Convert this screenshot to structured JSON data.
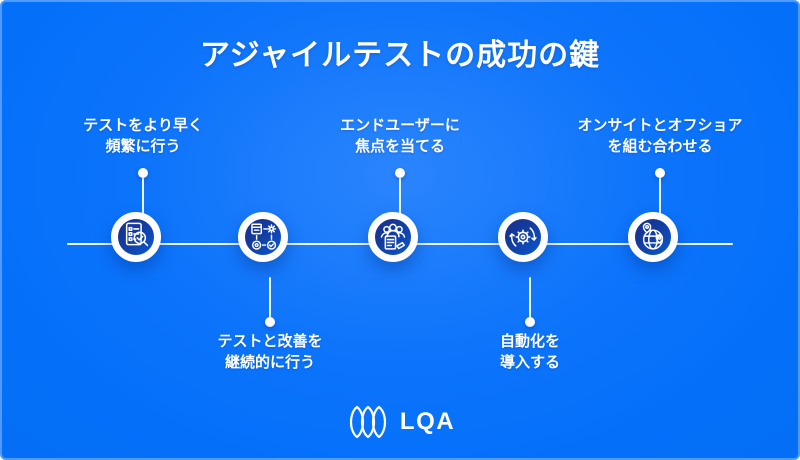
{
  "title": "アジャイルテストの成功の鍵",
  "brand": {
    "logo_text": "LQA",
    "logo_icon": "lqa-triple-lens-logo-icon"
  },
  "colors": {
    "background_blue": "#0470fa",
    "background_highlight": "#2b85fc",
    "node_gradient_dark": "#1b2d8c",
    "node_gradient_light": "#0b57d6",
    "ring_and_text": "#ffffff"
  },
  "steps": [
    {
      "id": 1,
      "position": "top",
      "icon": "document-check-magnifier-icon",
      "label_line1": "テストをより早く",
      "label_line2": "頻繁に行う"
    },
    {
      "id": 2,
      "position": "bottom",
      "icon": "continuous-process-cycle-icon",
      "label_line1": "テストと改善を",
      "label_line2": "継続的に行う"
    },
    {
      "id": 3,
      "position": "top",
      "icon": "end-users-group-icon",
      "label_line1": "エンドユーザーに",
      "label_line2": "焦点を当てる"
    },
    {
      "id": 4,
      "position": "bottom",
      "icon": "automation-gear-arrows-icon",
      "label_line1": "自動化を",
      "label_line2": "導入する"
    },
    {
      "id": 5,
      "position": "top",
      "icon": "globe-location-pins-icon",
      "label_line1": "オンサイトとオフショア",
      "label_line2": "を組む合わせる"
    }
  ]
}
